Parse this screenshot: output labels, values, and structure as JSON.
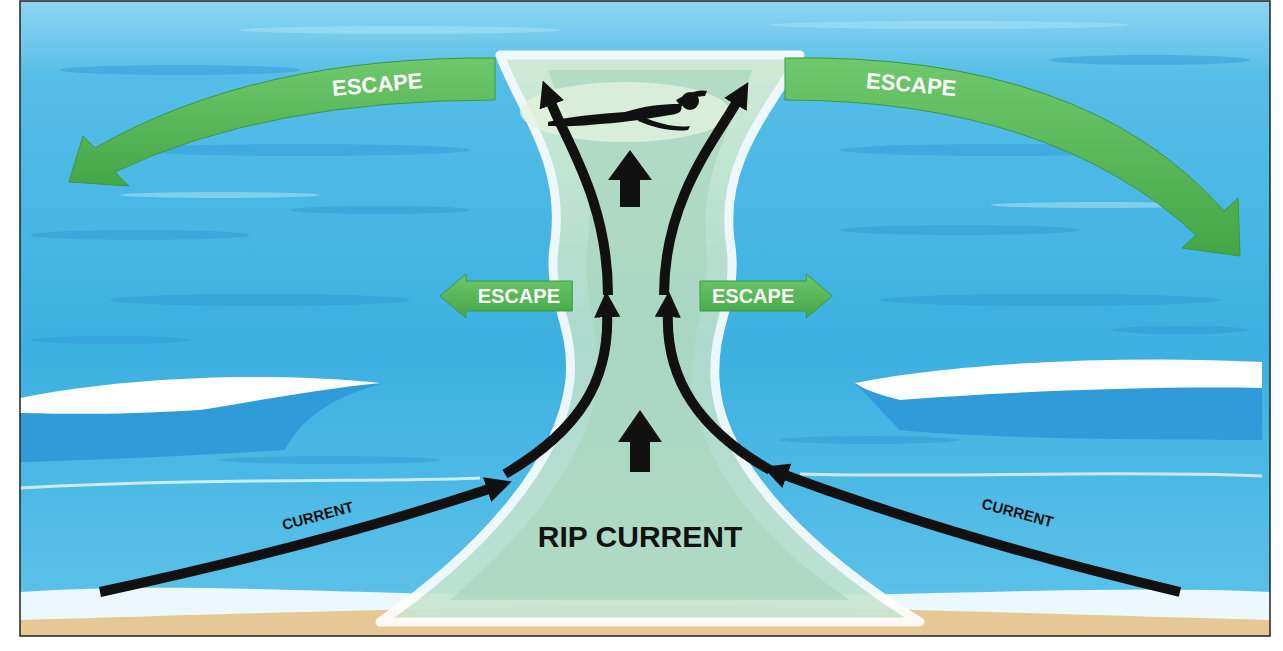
{
  "diagram": {
    "nodes": [
      {
        "text": [
          "ESCAPE"
        ]
      },
      {
        "text": [
          "ESCAPE"
        ]
      },
      {
        "text": [
          "ESCAPE"
        ]
      },
      {
        "text": [
          "ESCAPE"
        ]
      }
    ],
    "labels": [
      "CURRENT",
      "RIP CURRENT",
      "CURRENT"
    ]
  }
}
